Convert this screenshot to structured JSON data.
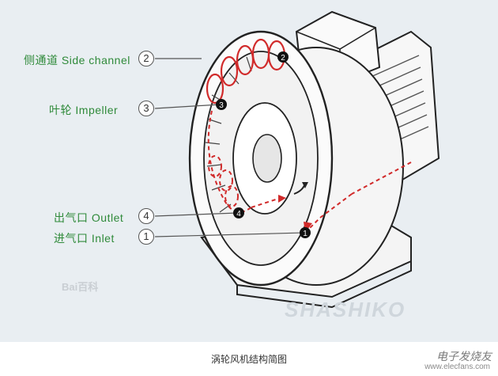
{
  "labels": [
    {
      "zh": "侧通道",
      "en": "Side channel",
      "num": "2"
    },
    {
      "zh": "叶轮",
      "en": "Impeller",
      "num": "3"
    },
    {
      "zh": "出气口",
      "en": "Outlet",
      "num": "4"
    },
    {
      "zh": "进气口",
      "en": "Inlet",
      "num": "1"
    }
  ],
  "markers": [
    "1",
    "2",
    "3",
    "4"
  ],
  "caption": "涡轮风机结构简图",
  "watermarks": {
    "baidu": "Bai百科",
    "right_logo": "电子发烧友",
    "right_url": "www.elecfans.com",
    "bottom": "SHASHIKO"
  },
  "colors": {
    "label_green": "#2f8a3a",
    "flow_red": "#d12a2a",
    "outline": "#222222",
    "background": "#e9eef2"
  }
}
